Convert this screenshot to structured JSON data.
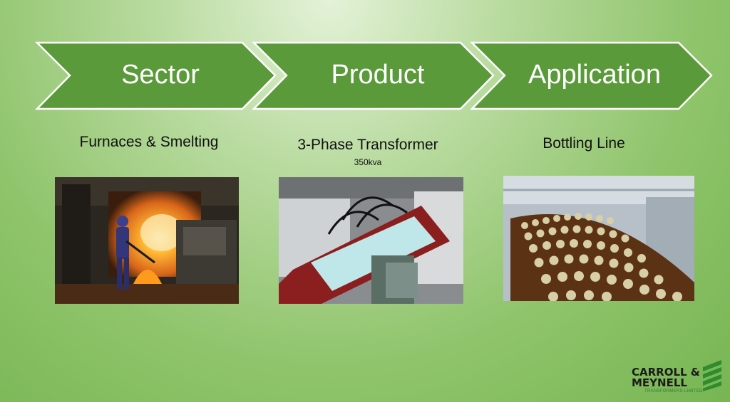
{
  "chevrons": [
    {
      "label": "Sector"
    },
    {
      "label": "Product"
    },
    {
      "label": "Application"
    }
  ],
  "panels": [
    {
      "caption": "Furnaces & Smelting",
      "subcaption": "",
      "image": "furnace-smelting-photo"
    },
    {
      "caption": "3-Phase Transformer",
      "subcaption": "350kva",
      "image": "transformer-photo"
    },
    {
      "caption": "Bottling Line",
      "subcaption": "",
      "image": "bottling-line-photo"
    }
  ],
  "logo": {
    "line1": "CARROLL &",
    "line2": "MEYNELL",
    "tagline": "TRANSFORMERS LIMITED"
  },
  "colors": {
    "chevron_fill": "#5a9a3a",
    "chevron_stroke": "#ffffff",
    "logo_green": "#2e8b2e"
  }
}
